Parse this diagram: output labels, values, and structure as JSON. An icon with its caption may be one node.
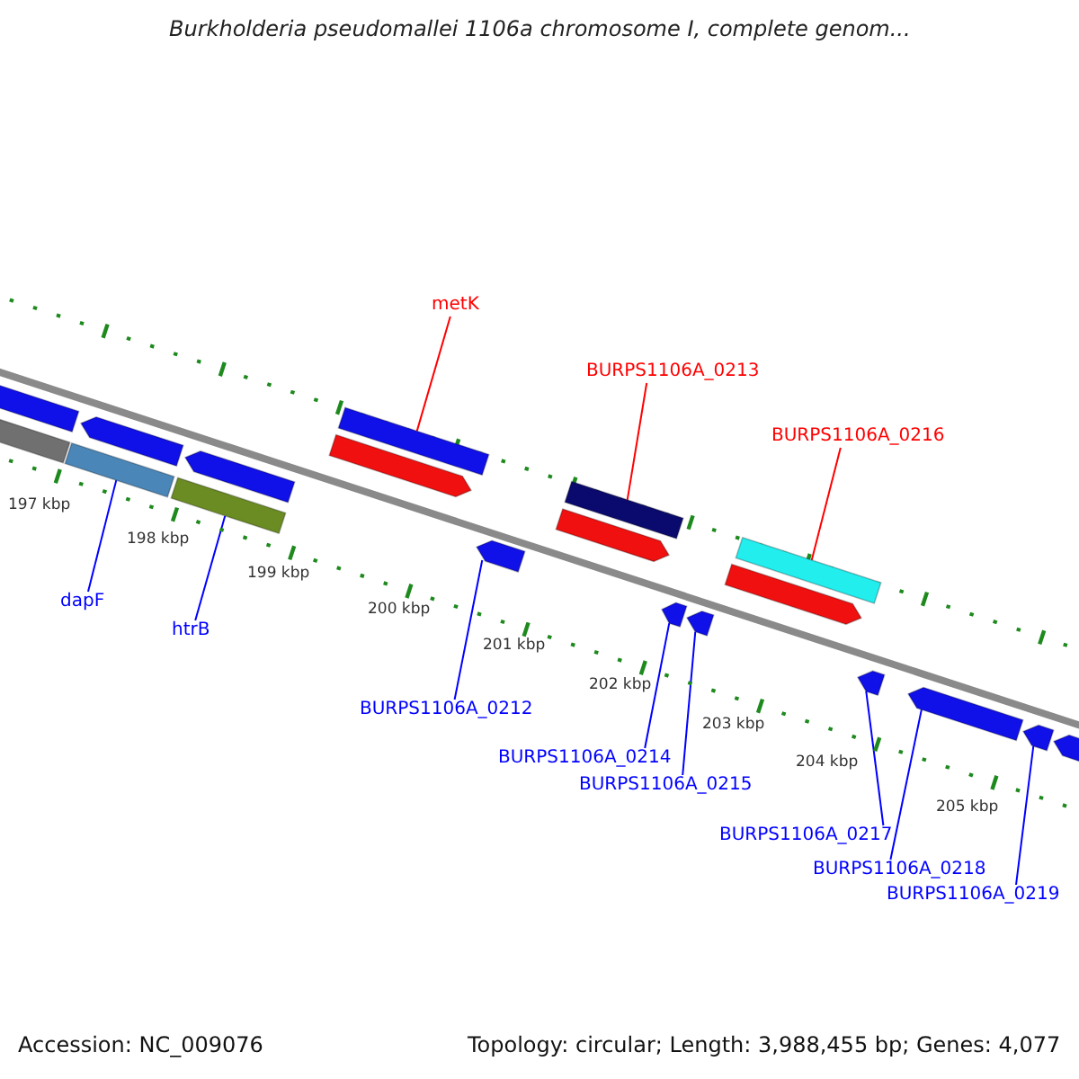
{
  "diagram": {
    "title": "Burkholderia pseudomallei 1106a chromosome I, complete genom...",
    "nodes": [
      {
        "text": [
          "metK"
        ]
      },
      {
        "text": [],
        "shape": "bar"
      },
      {
        "text": [
          "BURPS1106A_0213"
        ]
      },
      {
        "text": [],
        "shape": "bar"
      },
      {
        "text": [
          "BURPS1106A_0216"
        ]
      },
      {
        "text": [],
        "shape": "bar"
      },
      {
        "text": [
          "dapF"
        ]
      },
      {
        "text": [],
        "shape": "bar"
      },
      {
        "text": [
          "htrB"
        ]
      },
      {
        "text": [],
        "shape": "bar"
      },
      {
        "text": [
          "BURPS1106A_0212"
        ]
      },
      {
        "text": [],
        "shape": "bar"
      },
      {
        "text": [
          "BURPS1106A_0214"
        ]
      },
      {
        "text": [],
        "shape": "bar"
      },
      {
        "text": [
          "BURPS1106A_0215"
        ]
      },
      {
        "text": [],
        "shape": "bar"
      },
      {
        "text": [
          "BURPS1106A_0217"
        ]
      },
      {
        "text": [],
        "shape": "bar"
      },
      {
        "text": [
          "BURPS1106A_0218"
        ]
      },
      {
        "text": [],
        "shape": "bar"
      },
      {
        "text": [
          "BURPS1106A_0219"
        ]
      },
      {
        "text": [],
        "shape": "bar"
      },
      {
        "text": [],
        "shape": "bar"
      },
      {
        "text": [],
        "shape": "bar"
      },
      {
        "text": [],
        "shape": "bar"
      },
      {
        "text": [],
        "shape": "bar"
      },
      {
        "text": [],
        "shape": "bar"
      },
      {
        "text": [],
        "shape": "bar"
      },
      {
        "text": [],
        "shape": "bar"
      },
      {
        "text": [],
        "shape": "bar"
      }
    ],
    "edges": [
      {
        "from": 0,
        "to": 1,
        "arrow": "none",
        "color": "#ff0000"
      },
      {
        "from": 2,
        "to": 3,
        "arrow": "none",
        "color": "#ff0000"
      },
      {
        "from": 4,
        "to": 5,
        "arrow": "none",
        "color": "#ff0000"
      },
      {
        "from": 6,
        "to": 7,
        "arrow": "none"
      },
      {
        "from": 8,
        "to": 9,
        "arrow": "none"
      },
      {
        "from": 10,
        "to": 11,
        "arrow": "none"
      },
      {
        "from": 12,
        "to": 13,
        "arrow": "none"
      },
      {
        "from": 14,
        "to": 15,
        "arrow": "none"
      },
      {
        "from": 16,
        "to": 17,
        "arrow": "none"
      },
      {
        "from": 18,
        "to": 19,
        "arrow": "none"
      },
      {
        "from": 20,
        "to": 21,
        "arrow": "none"
      }
    ],
    "labels": [
      "197 kbp",
      "198 kbp",
      "199 kbp",
      "200 kbp",
      "201 kbp",
      "202 kbp",
      "203 kbp",
      "204 kbp",
      "205 kbp",
      "Accession: NC_009076",
      "Topology: circular; Length: 3,988,455 bp; Genes: 4,077"
    ]
  }
}
